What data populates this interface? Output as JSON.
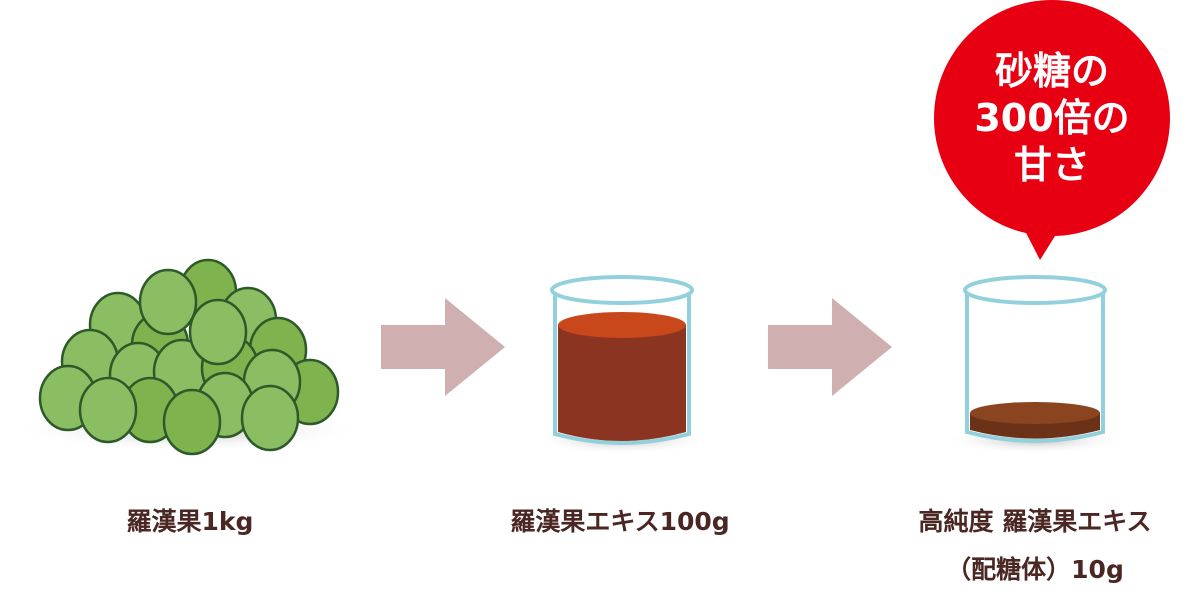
{
  "steps": [
    {
      "label": "羅漢果1kg",
      "icon": "monk-fruit-pile"
    },
    {
      "label": "羅漢果エキス100g",
      "icon": "beaker-full"
    },
    {
      "label_line1": "高純度 羅漢果エキス",
      "label_line2": "（配糖体）10g",
      "icon": "beaker-low"
    }
  ],
  "bubble": {
    "line1": "砂糖の",
    "line2": "300倍の",
    "line3": "甘さ"
  },
  "colors": {
    "bubble": "#e60012",
    "arrow": "#cfafaf",
    "liquid": "#8c3422",
    "liquid_top": "#c8481c",
    "glass": "#92d0dc",
    "text": "#4b2723",
    "fruit": "#8bbd62"
  }
}
